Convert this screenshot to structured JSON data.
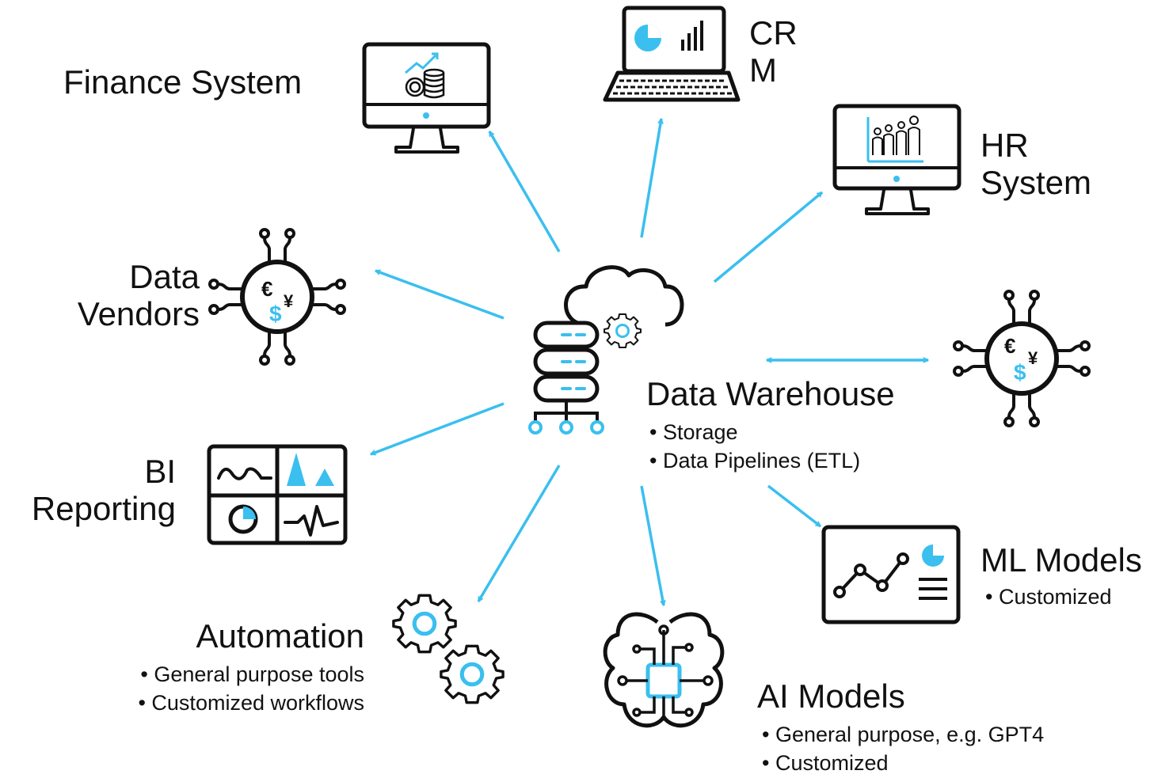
{
  "nodes": {
    "finance": {
      "label": "Finance System"
    },
    "crm": {
      "line1": "CR",
      "line2": "M"
    },
    "hr": {
      "line1": "HR",
      "line2": "System"
    },
    "vendors": {
      "line1": "Data",
      "line2": "Vendors"
    },
    "bi": {
      "line1": "BI",
      "line2": "Reporting"
    },
    "automation": {
      "label": "Automation",
      "bullets": [
        "General purpose tools",
        "Customized workflows"
      ]
    },
    "ai": {
      "label": "AI Models",
      "bullets": [
        "General purpose, e.g. GPT4",
        "Customized"
      ]
    },
    "ml": {
      "label": "ML Models",
      "bullets": [
        "Customized"
      ]
    },
    "warehouse": {
      "label": "Data Warehouse",
      "bullets": [
        "Storage",
        "Data Pipelines (ETL)"
      ]
    }
  },
  "icon_glyphs": {
    "euro": "€",
    "yen": "¥",
    "dollar": "$"
  },
  "icons": {
    "finance": "finance-monitor-icon",
    "crm": "crm-laptop-icon",
    "hr": "hr-monitor-icon",
    "vendors": "currency-circuit-icon",
    "bi": "bi-dashboard-icon",
    "automation": "gears-icon",
    "ai": "ai-brain-chip-icon",
    "ml": "ml-chart-screen-icon",
    "warehouse": "database-cloud-icon",
    "external": "currency-circuit-icon"
  },
  "colors": {
    "accent": "#3ABFEF",
    "ink": "#111111"
  }
}
